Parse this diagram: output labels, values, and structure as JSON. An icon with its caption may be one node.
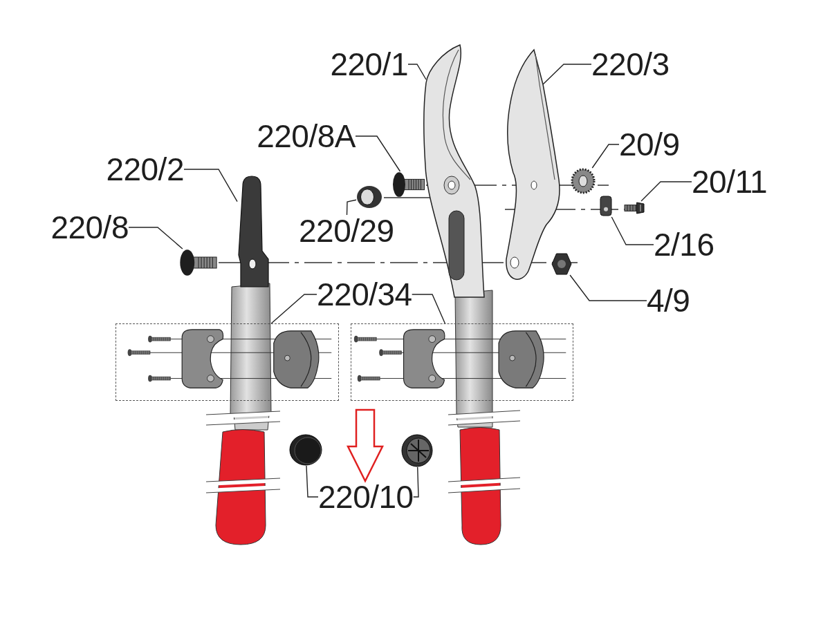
{
  "diagram": {
    "nodes": [
      {
        "text": [
          "220/1"
        ]
      },
      {
        "text": [
          "220/3"
        ]
      },
      {
        "text": [
          "20/9"
        ]
      },
      {
        "text": [
          "220/8A"
        ]
      },
      {
        "text": [
          "220/2"
        ]
      },
      {
        "text": [
          "20/11"
        ]
      },
      {
        "text": [
          "220/8"
        ]
      },
      {
        "text": [
          "220/29"
        ]
      },
      {
        "text": [
          "2/16"
        ]
      },
      {
        "text": [
          "4/9"
        ]
      },
      {
        "text": [
          "220/34"
        ]
      },
      {
        "text": [
          "220/10"
        ]
      },
      {
        "text": [],
        "shape": "picture"
      },
      {
        "text": [],
        "shape": "picture"
      },
      {
        "text": [],
        "shape": "picture"
      },
      {
        "text": [],
        "shape": "picture"
      },
      {
        "text": [],
        "shape": "picture"
      },
      {
        "text": [],
        "shape": "picture"
      },
      {
        "text": [],
        "shape": "picture"
      },
      {
        "text": [],
        "shape": "picture"
      },
      {
        "text": [],
        "shape": "picture"
      },
      {
        "text": [],
        "shape": "picture"
      },
      {
        "text": [],
        "shape": "box"
      },
      {
        "text": [],
        "shape": "box"
      },
      {
        "text": [],
        "shape": "picture"
      },
      {
        "text": [],
        "shape": "picture"
      }
    ],
    "edges": [
      {
        "from": 0,
        "to": 12,
        "arrow": "none"
      },
      {
        "from": 1,
        "to": 13,
        "arrow": "none"
      },
      {
        "from": 2,
        "to": 16,
        "arrow": "none"
      },
      {
        "from": 3,
        "to": 15,
        "arrow": "none"
      },
      {
        "from": 4,
        "to": 14,
        "arrow": "none"
      },
      {
        "from": 5,
        "to": 19,
        "arrow": "none"
      },
      {
        "from": 6,
        "to": 20,
        "arrow": "none"
      },
      {
        "from": 7,
        "to": 17,
        "arrow": "none"
      },
      {
        "from": 8,
        "to": 18,
        "arrow": "none"
      },
      {
        "from": 9,
        "to": 21,
        "arrow": "none"
      },
      {
        "from": 10,
        "to": 22,
        "arrow": "none"
      },
      {
        "from": 10,
        "to": 23,
        "arrow": "none"
      },
      {
        "from": 11,
        "to": 24,
        "arrow": "none"
      },
      {
        "from": 11,
        "to": 25,
        "arrow": "none"
      },
      {
        "from": null,
        "to": 11,
        "arrow": "to",
        "style": "thick",
        "color": "#e02020"
      }
    ]
  }
}
